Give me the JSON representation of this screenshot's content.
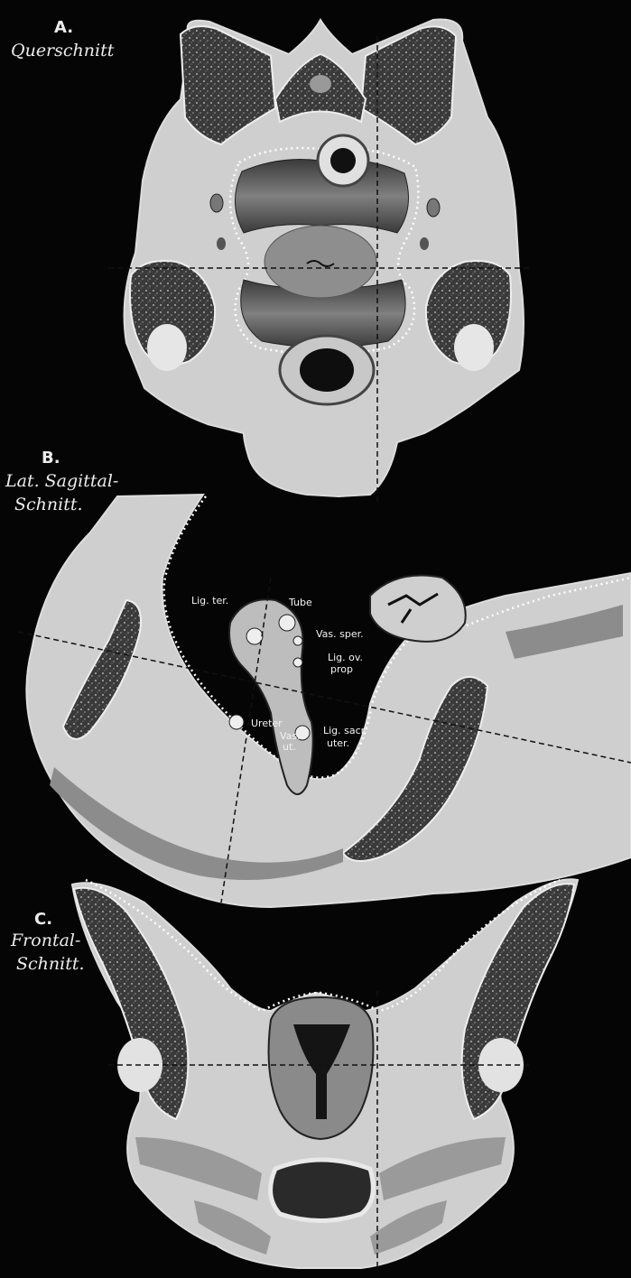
{
  "sections": [
    {
      "letter": "A.",
      "title": "Querschnitt"
    },
    {
      "letter": "B.",
      "title_line1": "Lat. Sagittal-",
      "title_line2": "Schnitt."
    },
    {
      "letter": "C.",
      "title_line1": "Frontal-",
      "title_line2": "Schnitt."
    }
  ],
  "annotations": {
    "lig_ter": "Lig. ter.",
    "tube": "Tube",
    "vas_sper": "Vas. sper.",
    "lig_ov_1": "Lig. ov.",
    "lig_ov_2": "prop",
    "ureter": "Ureter",
    "vas_ut_1": "Vas.",
    "vas_ut_2": "ut.",
    "lig_sacr_1": "Lig. sacr.",
    "lig_sacr_2": "uter."
  },
  "colors": {
    "background": "#050505",
    "tissue_light": "#cfcfcf",
    "tissue_mid": "#9a9a9a",
    "bone_dark": "#3c3c3c",
    "cavity_dark": "#1e1e1e"
  }
}
